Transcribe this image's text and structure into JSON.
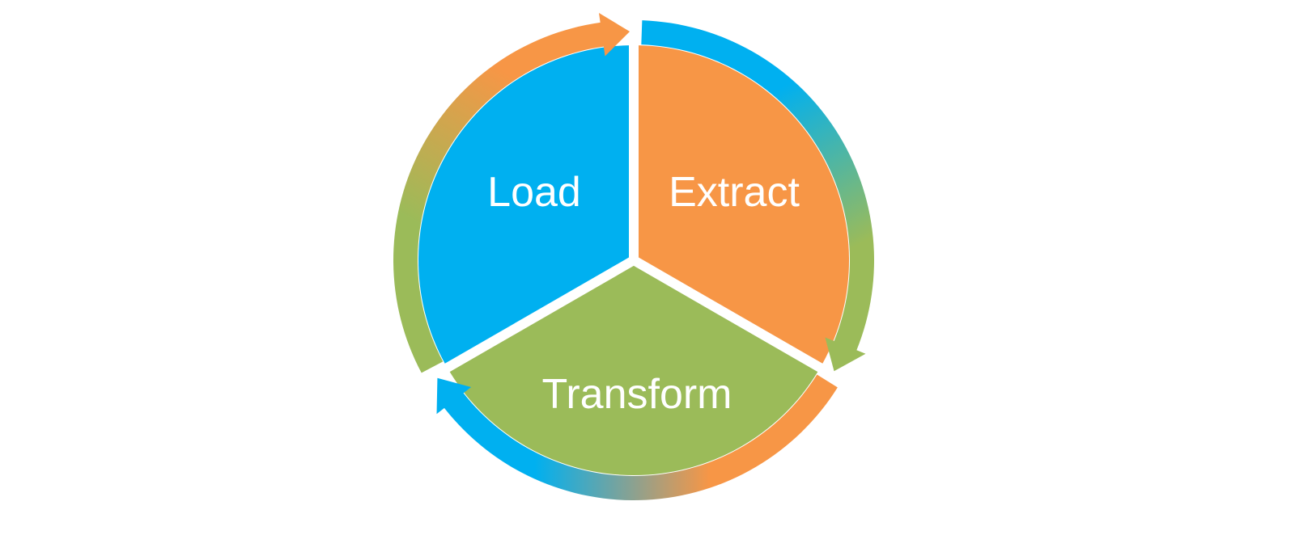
{
  "diagram": {
    "title": "ETL cycle",
    "stages": [
      {
        "label": "Extract",
        "color": "#F79646",
        "arrow_from": "#00B0F0",
        "arrow_to": "#9BBB59"
      },
      {
        "label": "Transform",
        "color": "#9BBB59",
        "arrow_from": "#F79646",
        "arrow_to": "#00B0F0"
      },
      {
        "label": "Load",
        "color": "#00B0F0",
        "arrow_from": "#9BBB59",
        "arrow_to": "#F79646"
      }
    ]
  }
}
